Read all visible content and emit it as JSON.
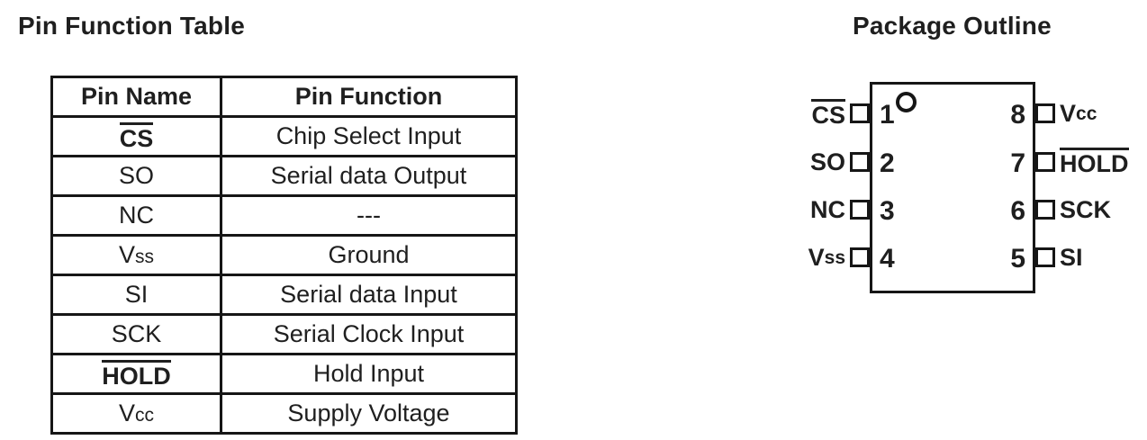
{
  "colors": {
    "background": "#ffffff",
    "text": "#1f1f1f",
    "line": "#161616"
  },
  "pin_table": {
    "title": "Pin Function Table",
    "headers": [
      "Pin Name",
      "Pin Function"
    ],
    "rows": [
      {
        "name": "CS",
        "overline": true,
        "function": "Chip Select Input"
      },
      {
        "name": "SO",
        "function": "Serial data Output"
      },
      {
        "name": "NC",
        "function": "---"
      },
      {
        "name": "V",
        "suffix": "ss",
        "function": "Ground"
      },
      {
        "name": "SI",
        "function": "Serial data Input"
      },
      {
        "name": "SCK",
        "function": "Serial Clock Input"
      },
      {
        "name": "HOLD",
        "overline": true,
        "function": "Hold Input"
      },
      {
        "name": "V",
        "suffix": "cc",
        "function": "Supply Voltage"
      }
    ]
  },
  "package": {
    "title": "Package Outline",
    "left_pins": [
      {
        "number": "1",
        "label": "CS",
        "overline": true
      },
      {
        "number": "2",
        "label": "SO"
      },
      {
        "number": "3",
        "label": "NC"
      },
      {
        "number": "4",
        "label": "V",
        "suffix": "ss"
      }
    ],
    "right_pins": [
      {
        "number": "8",
        "label": "V",
        "suffix": "cc"
      },
      {
        "number": "7",
        "label": "HOLD",
        "overline": true
      },
      {
        "number": "6",
        "label": "SCK"
      },
      {
        "number": "5",
        "label": "SI"
      }
    ]
  }
}
